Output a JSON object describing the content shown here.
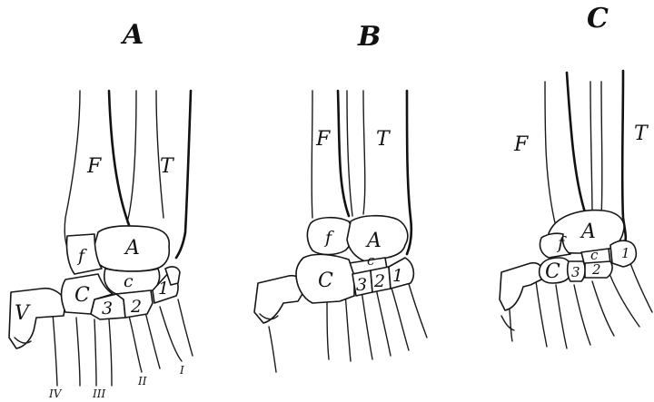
{
  "panels": [
    {
      "title": "A",
      "labels": {
        "fibula": "F",
        "tibia": "T",
        "fibulare": "f",
        "astragalus": "A",
        "centrale": "c",
        "metatarsal_5": "V",
        "cuboid": "C",
        "tarsal_3": "3",
        "tarsal_2": "2",
        "tarsal_1": "1",
        "digit_4": "IV",
        "digit_3": "III",
        "digit_2": "II",
        "digit_1": "I"
      }
    },
    {
      "title": "B",
      "labels": {
        "fibula": "F",
        "tibia": "T",
        "fibulare": "f",
        "astragalus": "A",
        "centrale": "c",
        "cuboid": "C",
        "tarsal_3": "3",
        "tarsal_2": "2",
        "tarsal_1": "1"
      }
    },
    {
      "title": "C",
      "labels": {
        "fibula": "F",
        "tibia": "T",
        "fibulare": "f",
        "astragalus": "A",
        "centrale": "c",
        "cuboid": "C",
        "tarsal_3": "3",
        "tarsal_2": "2",
        "tarsal_1": "1"
      }
    }
  ]
}
